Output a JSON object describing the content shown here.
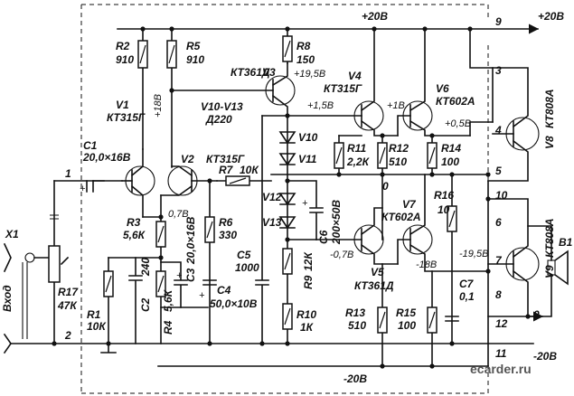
{
  "supply": {
    "pos_top": "+20В",
    "pos_arrow": "+20В",
    "neg_bottom": "-20В",
    "neg_right": "-20В",
    "zero": "0"
  },
  "pins": [
    "1",
    "2",
    "3",
    "4",
    "5",
    "6",
    "7",
    "8",
    "9",
    "10",
    "11",
    "12"
  ],
  "input": {
    "connector": "X1",
    "label": "Вход"
  },
  "speaker": "B1",
  "components": {
    "R1": [
      "R1",
      "10К"
    ],
    "R2": [
      "R2",
      "910"
    ],
    "R3": [
      "R3",
      "5,6К"
    ],
    "R4": [
      "R4",
      "5,6К"
    ],
    "R5": [
      "R5",
      "910"
    ],
    "R6": [
      "R6",
      "330"
    ],
    "R7": [
      "R7",
      "10К"
    ],
    "R8": [
      "R8",
      "150"
    ],
    "R9": [
      "R9",
      "12К"
    ],
    "R10": [
      "R10",
      "1К"
    ],
    "R11": [
      "R11",
      "2,2К"
    ],
    "R12": [
      "R12",
      "510"
    ],
    "R13": [
      "R13",
      "510"
    ],
    "R14": [
      "R14",
      "100"
    ],
    "R15": [
      "R15",
      "100"
    ],
    "R16": [
      "R16",
      "10"
    ],
    "R17": [
      "R17",
      "47К"
    ],
    "C1": [
      "C1",
      "20,0×16В"
    ],
    "C2": [
      "C2",
      "240"
    ],
    "C3": [
      "C3",
      "20,0×16В"
    ],
    "C4": [
      "C4",
      "50,0×10В"
    ],
    "C5": [
      "C5",
      "1000"
    ],
    "C6": [
      "C6",
      "200×50В"
    ],
    "C7": [
      "C7",
      "0,1"
    ],
    "V1": [
      "V1",
      "КТ315Г"
    ],
    "V2": [
      "V2",
      "КТ315Г"
    ],
    "V3": [
      "V3",
      "КТ361Д"
    ],
    "V4": [
      "V4",
      "КТ315Г"
    ],
    "V5": [
      "V5",
      "КТ361Д"
    ],
    "V6": [
      "V6",
      "КТ602А"
    ],
    "V7": [
      "V7",
      "КТ602А"
    ],
    "V8": [
      "V8",
      "КТ808А"
    ],
    "V9": [
      "V9",
      "КТ808А"
    ],
    "V10": "V10",
    "V11": "V11",
    "V12": "V12",
    "V13": "V13",
    "diodes": [
      "V10-V13",
      "Д220"
    ]
  },
  "voltages": {
    "v1c": "+18В",
    "v2e": "0,7В",
    "v3e": "+19,5В",
    "v3c": "+1,5В",
    "v4e": "+1В",
    "v6e": "+0,5В",
    "v5e": "-0,7В",
    "v7e": "-18В",
    "v7c": "-19,5В"
  },
  "watermark": "ecarder.ru"
}
